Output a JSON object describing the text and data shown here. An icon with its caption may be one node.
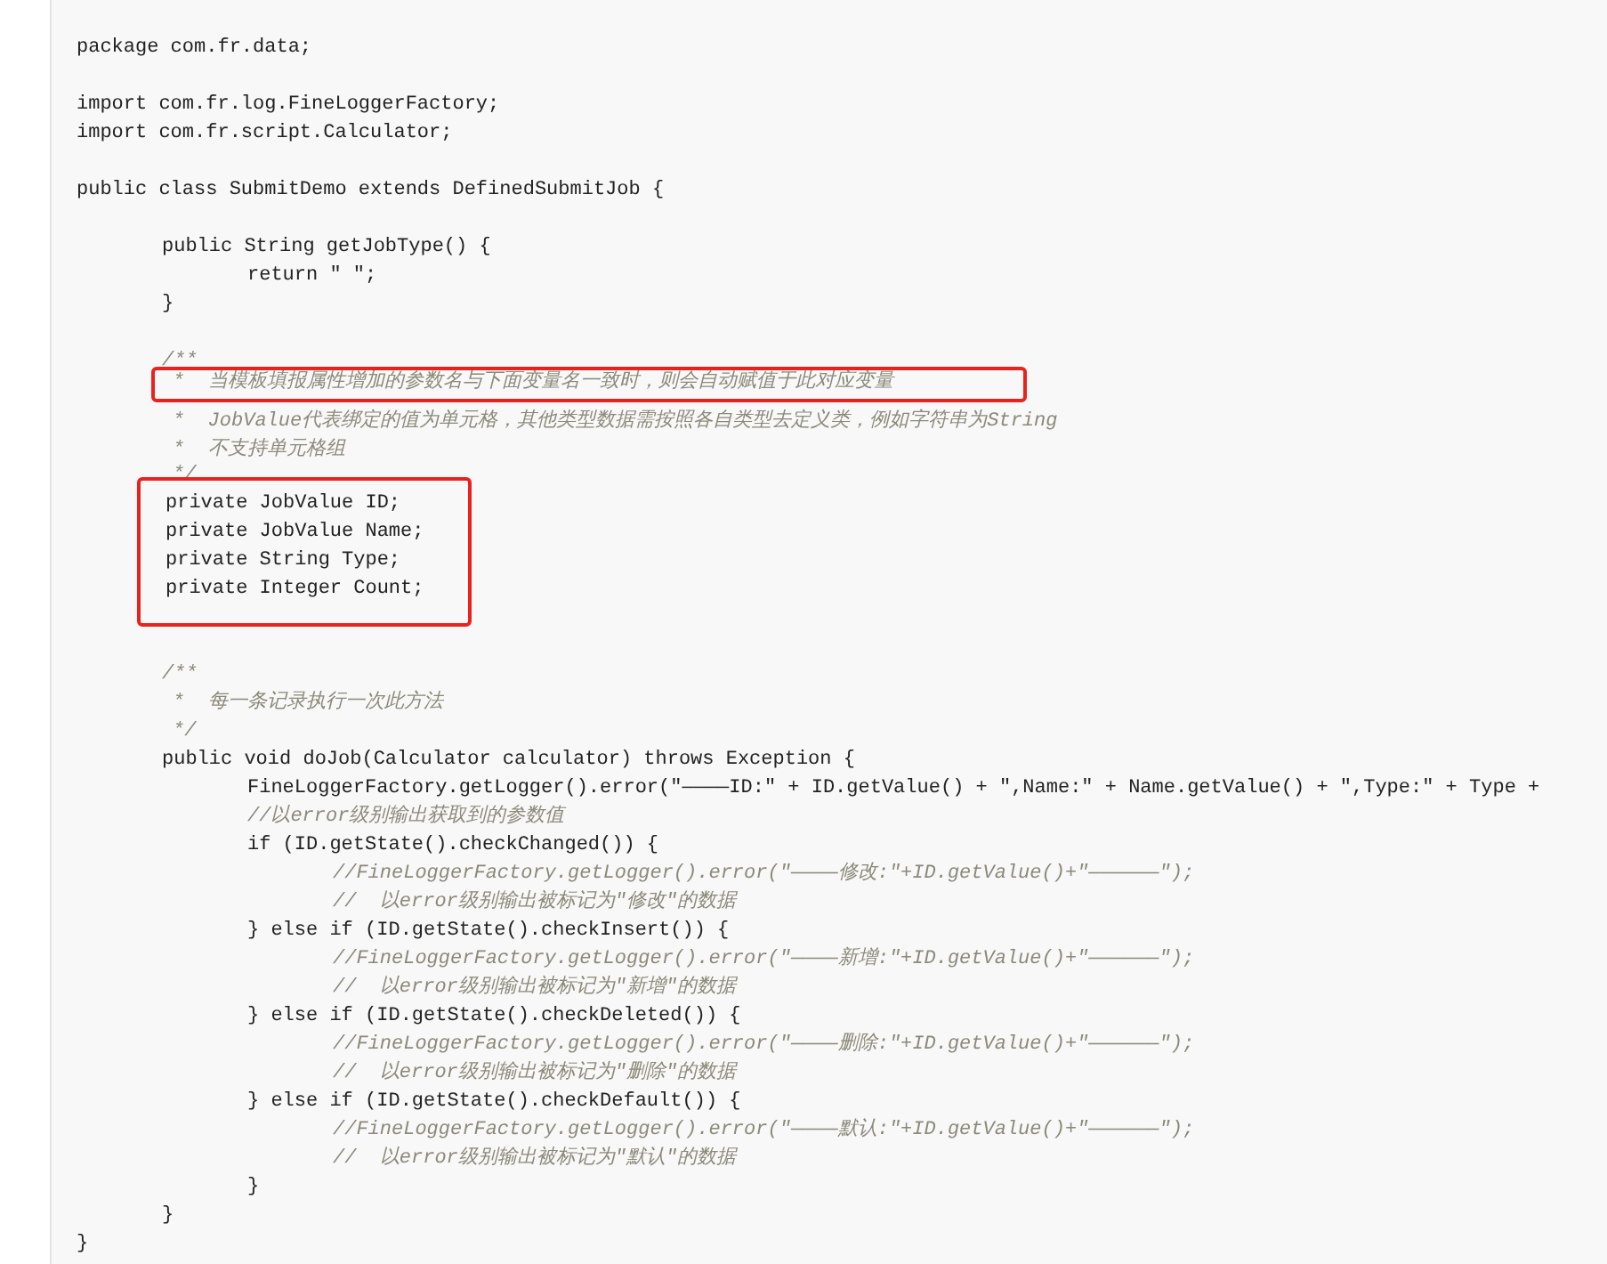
{
  "diagram": {
    "nodes": [
      {
        "text": [
          "*  当模板填报属性增加的参数名与下面变量名一致时，则会自动赋值于此对应变量"
        ]
      },
      {
        "text": [
          "private JobValue ID;",
          "private JobValue Name;",
          "private String Type;",
          "private Integer Count;"
        ]
      }
    ],
    "labels": [
      "package com.fr.data;",
      "import com.fr.log.FineLoggerFactory;",
      "import com.fr.script.Calculator;",
      "public class SubmitDemo extends DefinedSubmitJob {",
      "public String getJobType() {",
      "return \" \";",
      "}",
      "/**",
      "*  JobValue代表绑定的值为单元格，其他类型数据需按照各自类型去定义类，例如字符串为String",
      "*  不支持单元格组",
      "*/",
      "/**",
      "*  每一条记录执行一次此方法",
      "*/",
      "public void doJob(Calculator calculator) throws Exception {",
      "FineLoggerFactory.getLogger().error(\"————ID:\" + ID.getValue() + \",Name:\" + Name.getValue() + \",Type:\" + Type +",
      "//以error级别输出获取到的参数值",
      "if (ID.getState().checkChanged()) {",
      "//FineLoggerFactory.getLogger().error(\"————修改:\"+ID.getValue()+\"——————\");",
      "//  以error级别输出被标记为\"修改\"的数据",
      "} else if (ID.getState().checkInsert()) {",
      "//FineLoggerFactory.getLogger().error(\"————新增:\"+ID.getValue()+\"——————\");",
      "//  以error级别输出被标记为\"新增\"的数据",
      "} else if (ID.getState().checkDeleted()) {",
      "//FineLoggerFactory.getLogger().error(\"————删除:\"+ID.getValue()+\"——————\");",
      "//  以error级别输出被标记为\"删除\"的数据",
      "} else if (ID.getState().checkDefault()) {",
      "//FineLoggerFactory.getLogger().error(\"————默认:\"+ID.getValue()+\"——————\");",
      "//  以error级别输出被标记为\"默认\"的数据",
      "}",
      "}",
      "}"
    ]
  }
}
